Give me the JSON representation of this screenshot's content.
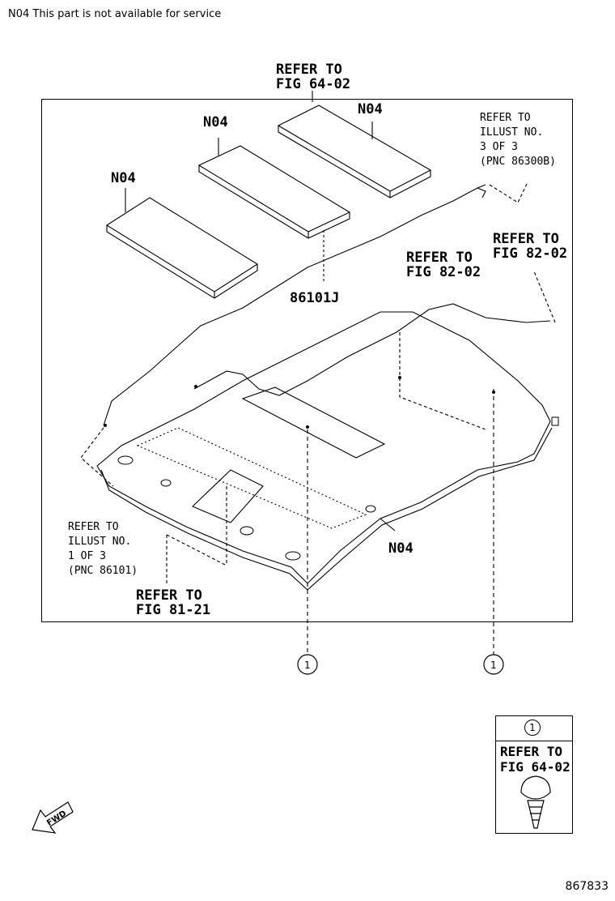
{
  "note": "N04 This part is not available for service",
  "labels": {
    "refer_top_1": "REFER TO",
    "refer_top_2": "FIG 64-02",
    "n04_a": "N04",
    "n04_b": "N04",
    "n04_c": "N04",
    "n04_d": "N04",
    "part_86101j": "86101J",
    "illust3_1": "REFER TO",
    "illust3_2": "ILLUST NO.",
    "illust3_3": "3 OF 3",
    "illust3_4": "(PNC 86300B)",
    "fig8202a_1": "REFER TO",
    "fig8202a_2": "FIG 82-02",
    "fig8202b_1": "REFER TO",
    "fig8202b_2": "FIG 82-02",
    "illust1_1": "REFER TO",
    "illust1_2": "ILLUST NO.",
    "illust1_3": "1 OF 3",
    "illust1_4": "(PNC 86101)",
    "fig8121_1": "REFER TO",
    "fig8121_2": "FIG 81-21",
    "callout_1": "1",
    "callout_2": "1"
  },
  "legend": {
    "number": "1",
    "line1": "REFER TO",
    "line2": "FIG 64-02"
  },
  "fwd_label": "FWD",
  "diagram_code": "867833"
}
